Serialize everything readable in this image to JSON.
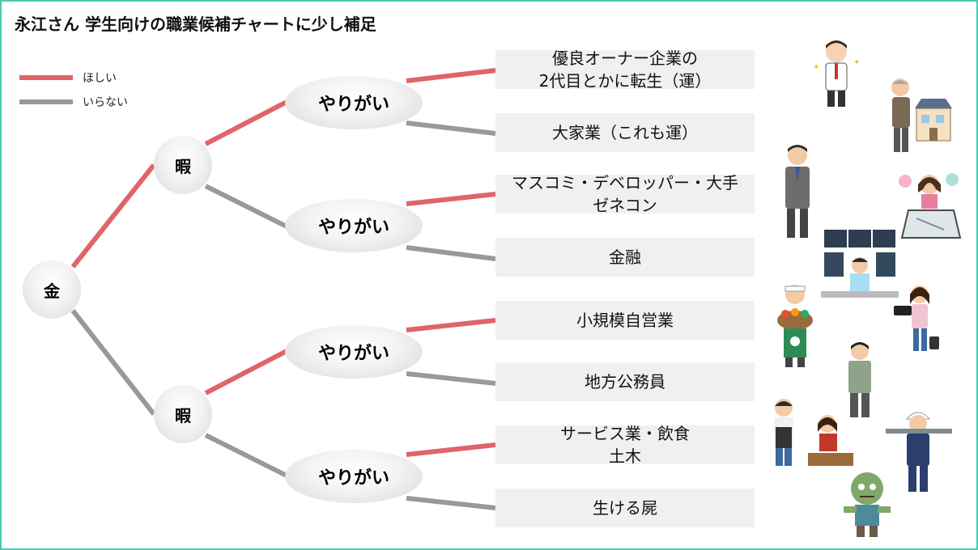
{
  "title": "永江さん 学生向けの職業候補チャートに少し補足",
  "legend": [
    {
      "label": "ほしい",
      "color": "#e06468"
    },
    {
      "label": "いらない",
      "color": "#999999"
    }
  ],
  "colors": {
    "want": "#e06468",
    "dont_want": "#999999",
    "frame": "#4cc9b0",
    "leaf_bg": "#f0f0f0"
  },
  "root": {
    "label": "金"
  },
  "level1": [
    {
      "label": "暇"
    },
    {
      "label": "暇"
    }
  ],
  "level2": [
    {
      "label": "やりがい"
    },
    {
      "label": "やりがい"
    },
    {
      "label": "やりがい"
    },
    {
      "label": "やりがい"
    }
  ],
  "leaves": [
    {
      "text": "優良オーナー企業の\n2代目とかに転生（運）"
    },
    {
      "text": "大家業（これも運）"
    },
    {
      "text": "マスコミ・デベロッパー・大手\nゼネコン"
    },
    {
      "text": "金融"
    },
    {
      "text": "小規模自営業"
    },
    {
      "text": "地方公務員"
    },
    {
      "text": "サービス業・飲食\n土木"
    },
    {
      "text": "生ける屍"
    }
  ]
}
